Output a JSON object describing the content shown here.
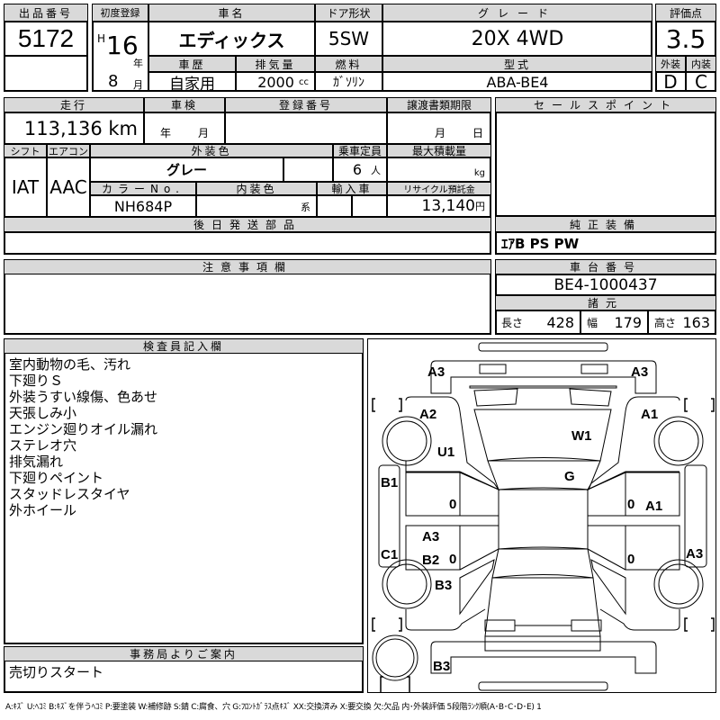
{
  "lot": {
    "label": "出品番号",
    "value": "5172"
  },
  "first_reg": {
    "label": "初度登録",
    "era": "H",
    "year": "16",
    "year_unit": "年",
    "month": "8",
    "month_unit": "月"
  },
  "car_name": {
    "label": "車名",
    "value": "エディックス"
  },
  "door": {
    "label": "ドア形状",
    "value": "5SW"
  },
  "grade": {
    "label": "グレード",
    "value": "20X 4WD"
  },
  "score": {
    "label": "評価点",
    "value": "3.5",
    "ext_label": "外装",
    "int_label": "内装",
    "ext": "D",
    "int": "C"
  },
  "history": {
    "label": "車歴",
    "value": "自家用"
  },
  "displacement": {
    "label": "排気量",
    "value": "2000",
    "unit": "cc"
  },
  "fuel": {
    "label": "燃料",
    "value": "ｶﾞｿﾘﾝ"
  },
  "model": {
    "label": "型式",
    "value": "ABA-BE4"
  },
  "mileage": {
    "label": "走行",
    "value": "113,136 km"
  },
  "inspection": {
    "label": "車検",
    "year_unit": "年",
    "month_unit": "月"
  },
  "reg_no": {
    "label": "登録番号"
  },
  "transfer": {
    "label": "譲渡書類期限",
    "month_unit": "月",
    "day_unit": "日"
  },
  "shift": {
    "label": "シフト",
    "value": "IAT"
  },
  "ac": {
    "label": "エアコン",
    "value": "AAC"
  },
  "ext_color": {
    "label": "外装色",
    "value": "グレー"
  },
  "capacity": {
    "label": "乗車定員",
    "value": "6",
    "unit": "人"
  },
  "max_load": {
    "label": "最大積載量",
    "unit": "kg"
  },
  "color_no": {
    "label": "カラーNo.",
    "value": "NH684P"
  },
  "int_color": {
    "label": "内装色",
    "unit": "系"
  },
  "import": {
    "label": "輸入車"
  },
  "recycle": {
    "label": "リサイクル預託金",
    "value": "13,140",
    "unit": "円"
  },
  "later_parts": {
    "label": "後日発送部品"
  },
  "sales_point": {
    "label": "セールスポイント"
  },
  "equipment": {
    "label": "純正装備",
    "value": "ｴｱB PS PW"
  },
  "caution": {
    "label": "注意事項欄"
  },
  "chassis": {
    "label": "車台番号",
    "value": "BE4-1000437"
  },
  "specs": {
    "label": "諸元",
    "length_label": "長さ",
    "length": "428",
    "width_label": "幅",
    "width": "179",
    "height_label": "高さ",
    "height": "163"
  },
  "inspector": {
    "label": "検査員記入欄",
    "notes": [
      "室内動物の毛、汚れ",
      "下廻りＳ",
      "外装うすい線傷、色あせ",
      "天張しみ小",
      "エンジン廻りオイル漏れ",
      "ステレオ穴",
      "排気漏れ",
      "下廻りペイント",
      "スタッドレスタイヤ",
      "外ホイール"
    ]
  },
  "office": {
    "label": "事務局よりご案内",
    "value": "売切りスタート"
  },
  "diagram": {
    "marks": [
      "A3",
      "A3",
      "A2",
      "A1",
      "W1",
      "U1",
      "G",
      "B1",
      "0",
      "0",
      "A1",
      "A3",
      "C1",
      "B2",
      "0",
      "0",
      "A3",
      "B3",
      "B3"
    ]
  },
  "footer": "A:ｷｽﾞ U:ﾍｺﾐ B:ｷｽﾞを伴うﾍｺﾐ P:要塗装 W:補修跡 S:錆 C:腐食、穴 G:ﾌﾛﾝﾄｶﾞﾗｽ点ｷｽﾞ XX:交換済み X:要交換 欠:欠品 内･外装評価 5段階ﾗﾝｸ順(A･B･C･D･E) 1"
}
